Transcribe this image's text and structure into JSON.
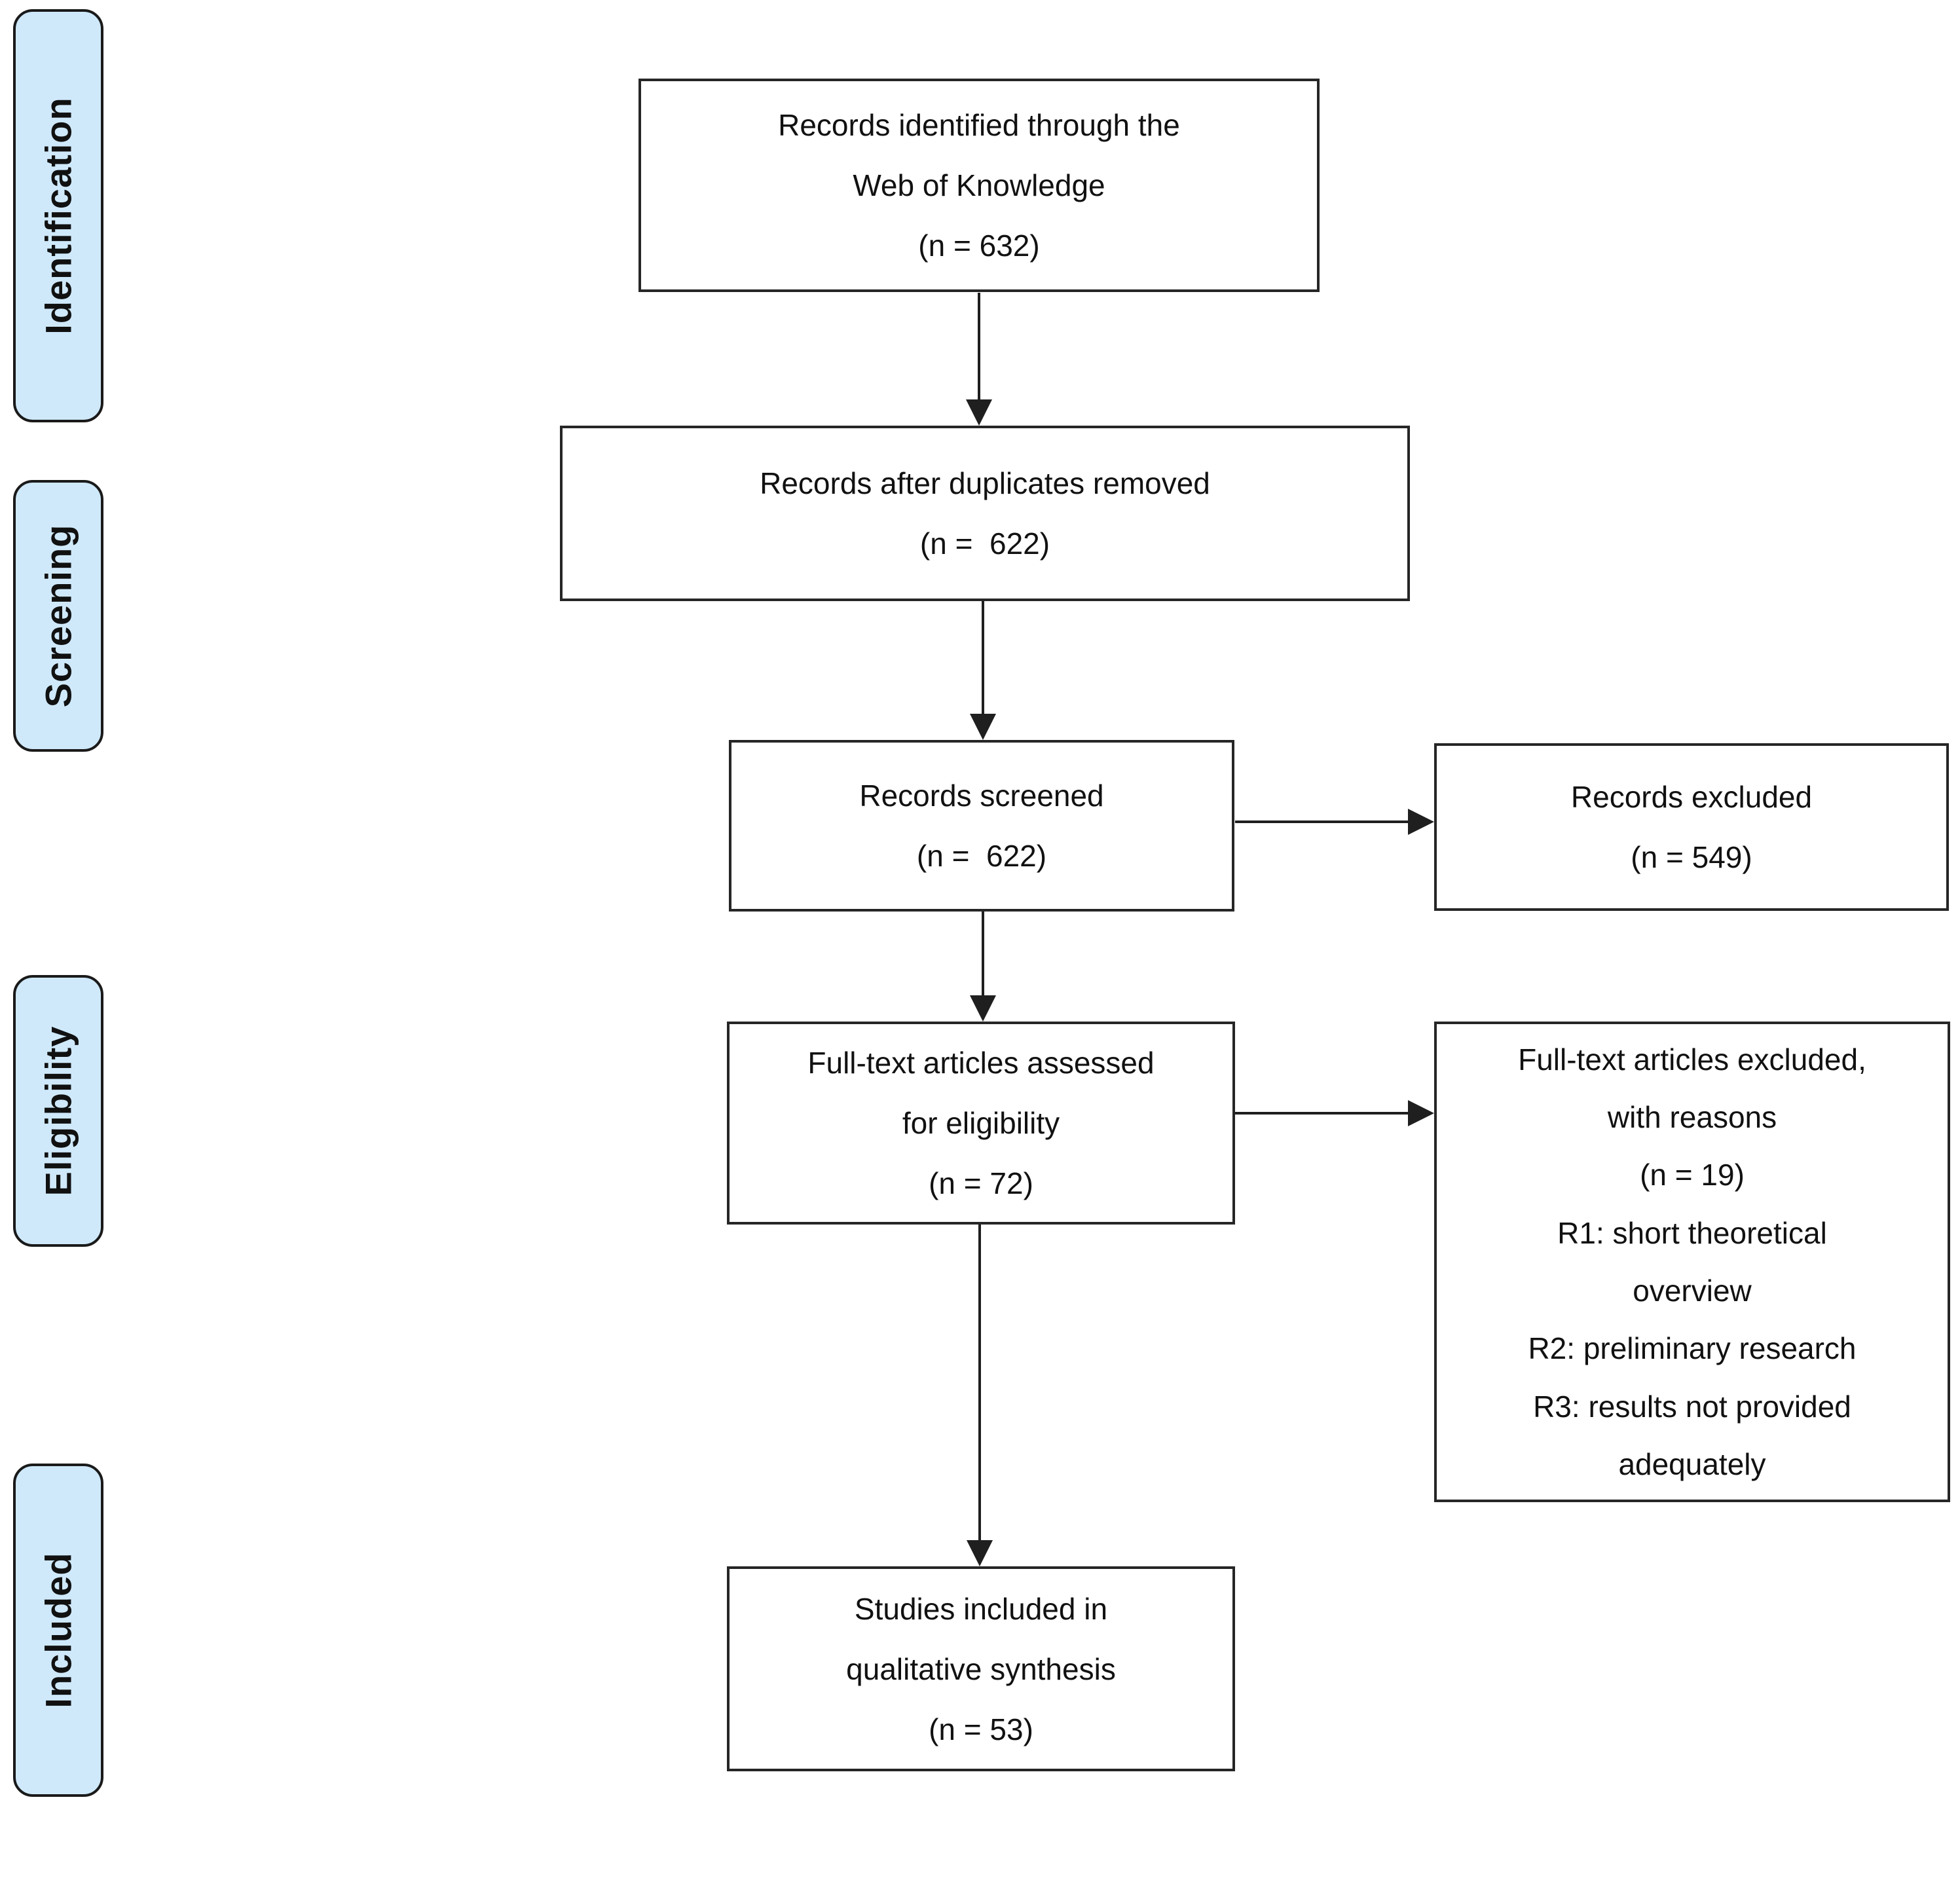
{
  "diagram": {
    "kind": "PRISMA flow diagram",
    "stages": [
      {
        "id": "identification",
        "label": "Identification"
      },
      {
        "id": "screening",
        "label": "Screening"
      },
      {
        "id": "eligibility",
        "label": "Eligibility"
      },
      {
        "id": "included",
        "label": "Included"
      }
    ],
    "nodes": {
      "records_identified": {
        "text": "Records identified through the\nWeb of Knowledge\n(n = 632)"
      },
      "duplicates_removed": {
        "text": "Records after duplicates removed\n(n =  622)"
      },
      "records_screened": {
        "text": "Records screened\n(n =  622)"
      },
      "records_excluded": {
        "text": "Records excluded\n(n = 549)"
      },
      "fulltext_assessed": {
        "text": "Full-text articles assessed\nfor eligibility\n(n = 72)"
      },
      "fulltext_excluded": {
        "text": "Full-text articles excluded,\nwith reasons\n(n = 19)\nR1: short theoretical\noverview\nR2: preliminary research\nR3: results not provided\nadequately"
      },
      "studies_included": {
        "text": "Studies included in\nqualitative synthesis\n(n = 53)"
      }
    },
    "colors": {
      "stage_fill": "#cfe9fb",
      "stage_border": "#1a1a1a",
      "node_fill": "#ffffff",
      "node_border": "#262626",
      "arrow": "#1f1f1f",
      "text": "#111111",
      "background": "#ffffff"
    }
  }
}
